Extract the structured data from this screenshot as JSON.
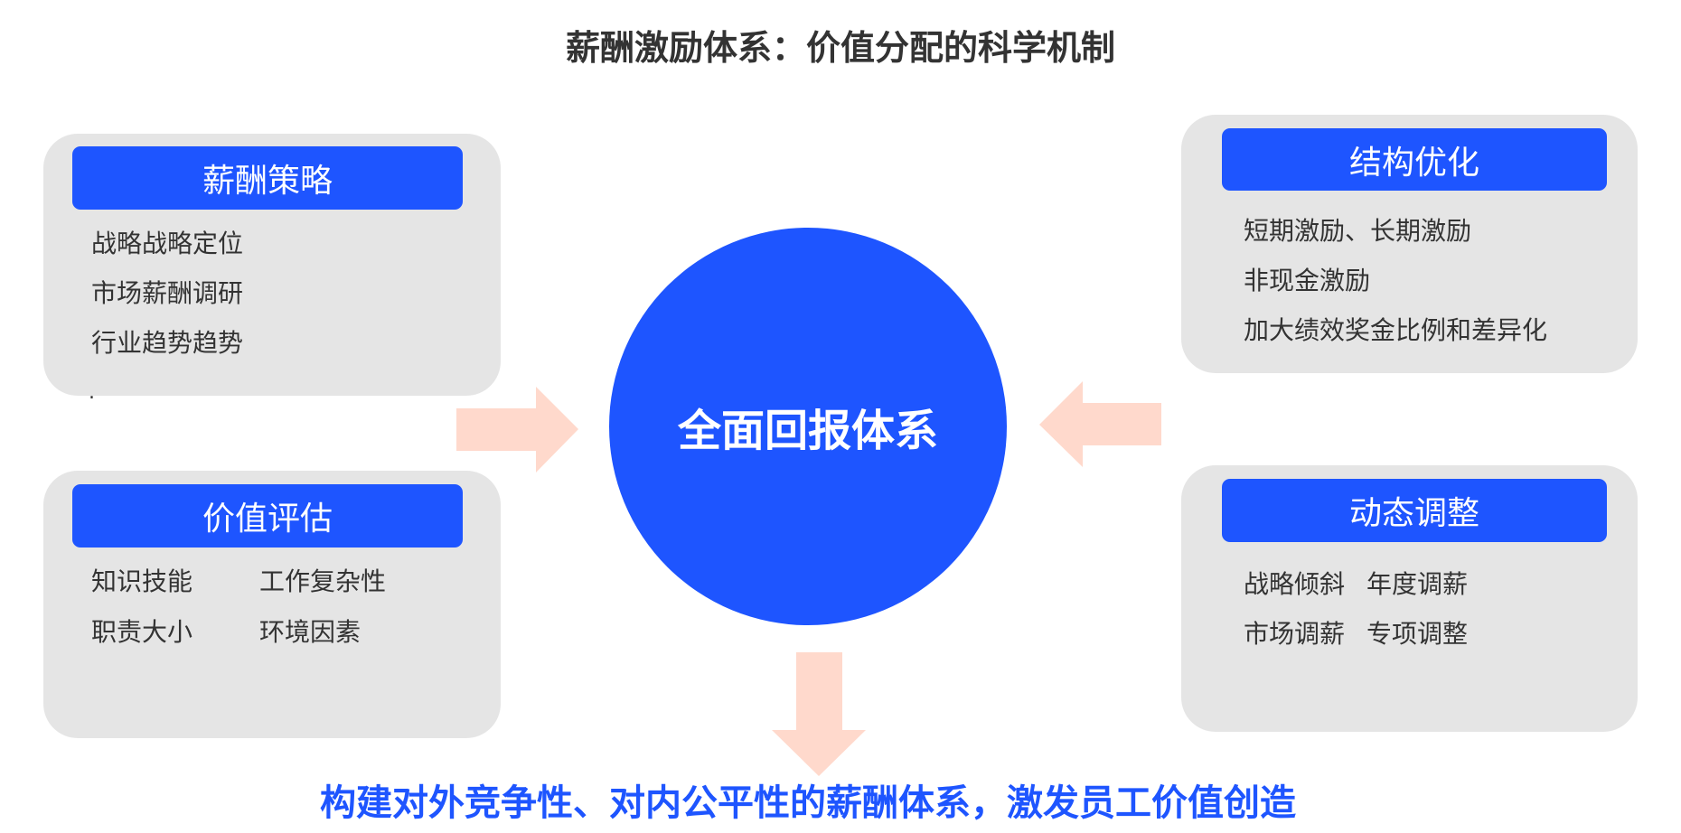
{
  "title": "薪酬激励体系：价值分配的科学机制",
  "center": "全面回报体系",
  "boxes": {
    "strategy": {
      "header": "薪酬策略",
      "items": [
        "战略战略定位",
        "市场薪酬调研",
        "行业趋势趋势"
      ],
      "stray": "."
    },
    "evaluation": {
      "header": "价值评估",
      "items": [
        "知识技能",
        "工作复杂性",
        "职责大小",
        "环境因素"
      ]
    },
    "structure": {
      "header": "结构优化",
      "items": [
        "短期激励、长期激励",
        "非现金激励",
        "加大绩效奖金比例和差异化"
      ]
    },
    "dynamic": {
      "header": "动态调整",
      "items": [
        "战略倾斜",
        "年度调薪",
        "市场调薪",
        "专项调整"
      ]
    }
  },
  "conclusion": "构建对外竞争性、对内公平性的薪酬体系，激发员工价值创造",
  "colors": {
    "accent": "#1e55ff",
    "box": "#e5e5e5",
    "arrow": "#ffd9cc"
  }
}
